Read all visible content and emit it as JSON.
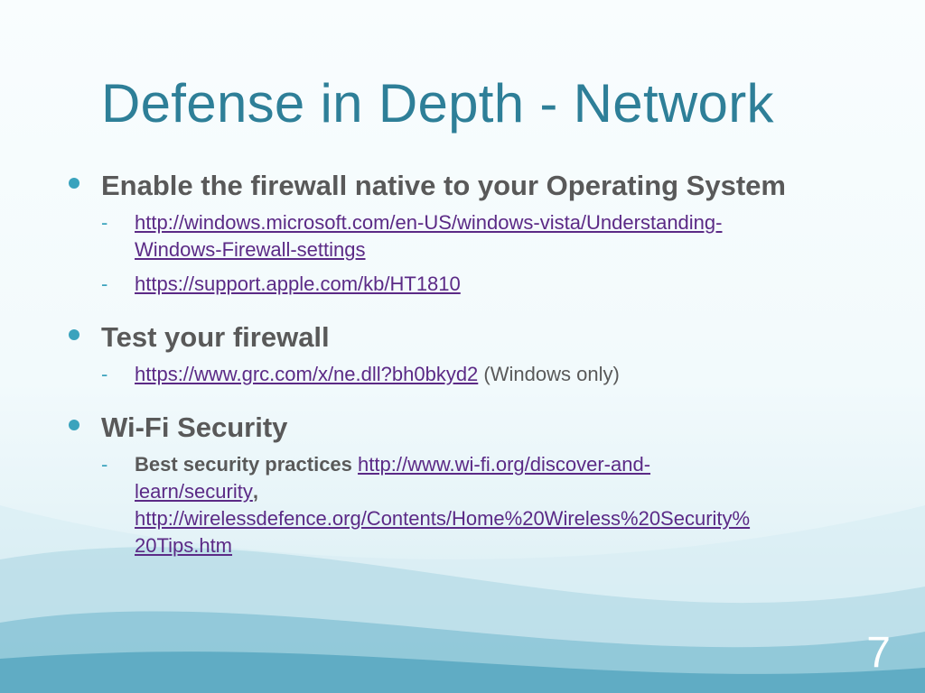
{
  "slide": {
    "title": "Defense in Depth - Network",
    "number": "7",
    "accent_color": "#3aa3bd",
    "title_color": "#2e7f98",
    "link_color": "#5b2a86"
  },
  "bullets": [
    {
      "heading": "Enable the firewall native to your Operating System",
      "subs": [
        {
          "link": "http://windows.microsoft.com/en-US/windows-vista/Understanding-Windows-Firewall-settings",
          "link_line1": "http://windows.microsoft.com/en-US/windows-vista/Understanding-",
          "link_line2": "Windows-Firewall-settings"
        },
        {
          "link": "https://support.apple.com/kb/HT1810"
        }
      ]
    },
    {
      "heading": "Test your firewall",
      "subs": [
        {
          "link": "https://www.grc.com/x/ne.dll?bh0bkyd2",
          "suffix": "(Windows only)"
        }
      ]
    },
    {
      "heading": "Wi-Fi Security",
      "subs": [
        {
          "label": "Best security practices",
          "link1_line1": "http://www.wi-fi.org/discover-and-",
          "link1_line2": "learn/security",
          "separator": ",",
          "link2_line1": "http://wirelessdefence.org/Contents/Home%20Wireless%20Security%",
          "link2_line2": "20Tips.htm"
        }
      ]
    }
  ],
  "dash_glyph": "-"
}
